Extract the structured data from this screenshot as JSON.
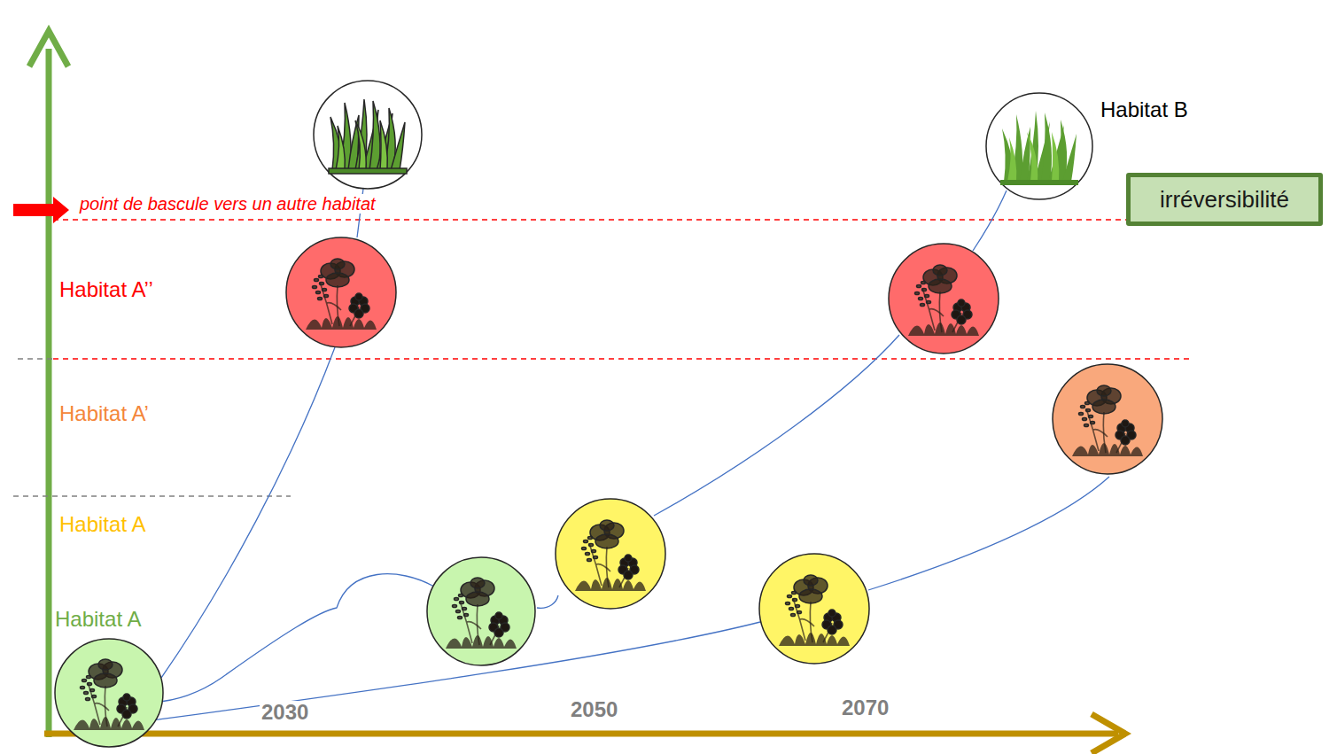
{
  "diagram": {
    "nodes": [
      {
        "text": [
          "irréversibilité"
        ]
      },
      {
        "text": [
          "Habitat B"
        ]
      }
    ],
    "edges": [],
    "labels": [
      "point de bascule vers un autre habitat",
      "Habitat A’’",
      "Habitat A’",
      "Habitat A",
      "Habitat A",
      "2030",
      "2050",
      "2070"
    ]
  }
}
